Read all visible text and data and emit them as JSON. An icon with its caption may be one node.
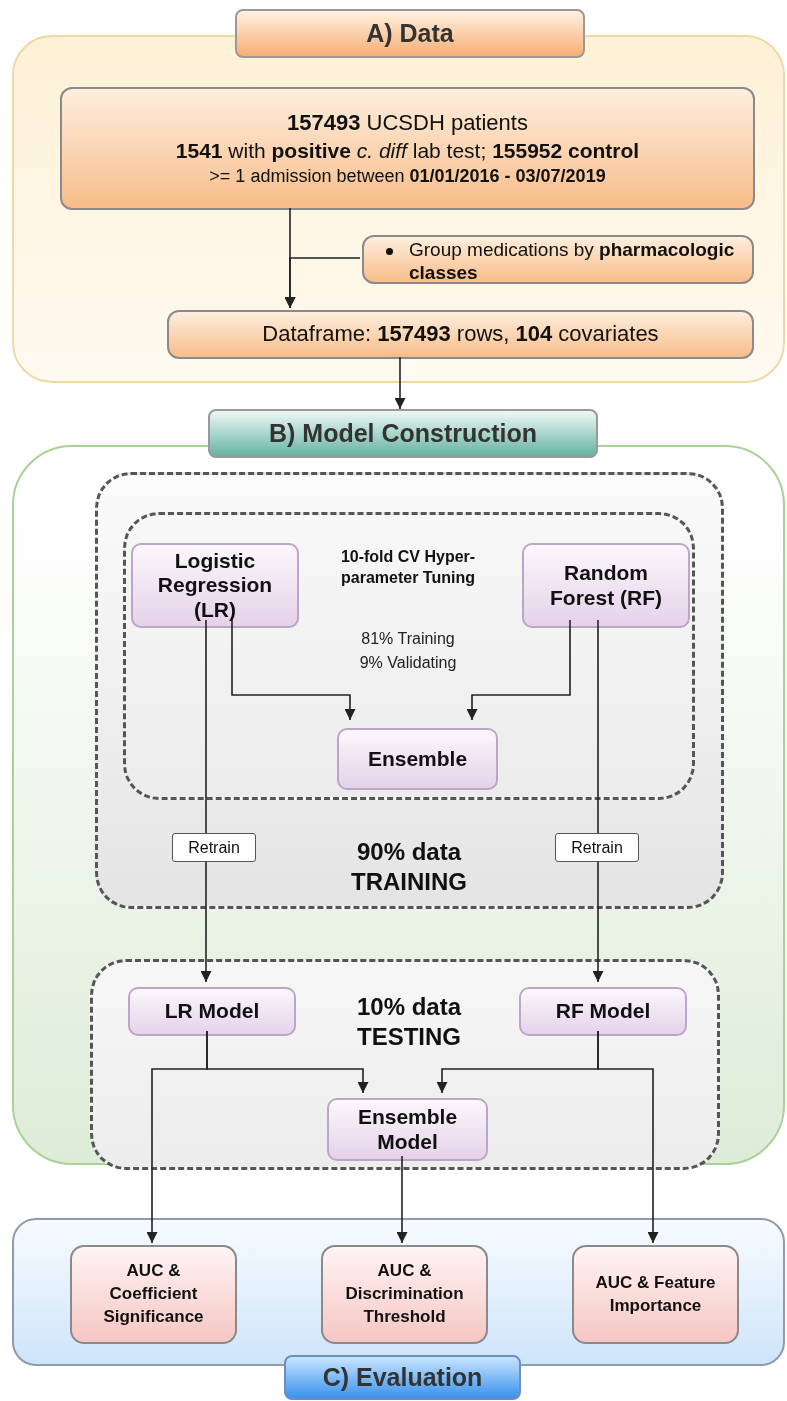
{
  "diagram": {
    "nodes": [
      {
        "text": [
          "A) Data"
        ]
      },
      {
        "text": [
          "**157493** UCSDH patients",
          "**1541** with **positive** *c. diff* lab test; **155952 control**",
          ">= 1 admission between **01/01/2016 - 03/07/2019**"
        ],
        "in": 0
      },
      {
        "text": [
          "Group medications by **pharmacologic classes**"
        ],
        "in": 0
      },
      {
        "text": [
          "Dataframe: **157493** rows, **104** covariates"
        ],
        "in": 0
      },
      {
        "text": [
          "B) Model Construction"
        ]
      },
      {
        "text": [
          "90% data TRAINING"
        ],
        "in": 4
      },
      {
        "text": [
          "10-fold CV Hyper-parameter Tuning",
          "81% Training 9% Validating"
        ],
        "in": 5
      },
      {
        "text": [
          "Logistic Regression (LR)"
        ],
        "in": 6
      },
      {
        "text": [
          "Random Forest (RF)"
        ],
        "in": 6
      },
      {
        "text": [
          "Ensemble"
        ],
        "in": 6
      },
      {
        "text": [
          "10% data TESTING"
        ],
        "in": 4
      },
      {
        "text": [
          "LR Model"
        ],
        "in": 10
      },
      {
        "text": [
          "RF Model"
        ],
        "in": 10
      },
      {
        "text": [
          "Ensemble Model"
        ],
        "in": 10
      },
      {
        "text": [
          "C) Evaluation"
        ]
      },
      {
        "text": [
          "AUC & Coefficient Significance"
        ],
        "in": 14
      },
      {
        "text": [
          "AUC & Discrimination Threshold"
        ],
        "in": 14
      },
      {
        "text": [
          "AUC & Feature Importance"
        ],
        "in": 14
      }
    ],
    "edges": [
      {
        "from": 1,
        "to": 3,
        "arrow": "to"
      },
      {
        "from": 2,
        "to": 3,
        "arrow": "to"
      },
      {
        "from": 3,
        "to": 4,
        "arrow": "to"
      },
      {
        "from": 7,
        "to": 9,
        "arrow": "to"
      },
      {
        "from": 8,
        "to": 9,
        "arrow": "to"
      },
      {
        "from": 7,
        "to": 11,
        "arrow": "to",
        "label": "Retrain"
      },
      {
        "from": 8,
        "to": 12,
        "arrow": "to",
        "label": "Retrain"
      },
      {
        "from": 11,
        "to": 13,
        "arrow": "to"
      },
      {
        "from": 11,
        "to": 15,
        "arrow": "to"
      },
      {
        "from": 12,
        "to": 13,
        "arrow": "to"
      },
      {
        "from": 12,
        "to": 17,
        "arrow": "to"
      },
      {
        "from": 13,
        "to": 16,
        "arrow": "to"
      }
    ]
  }
}
